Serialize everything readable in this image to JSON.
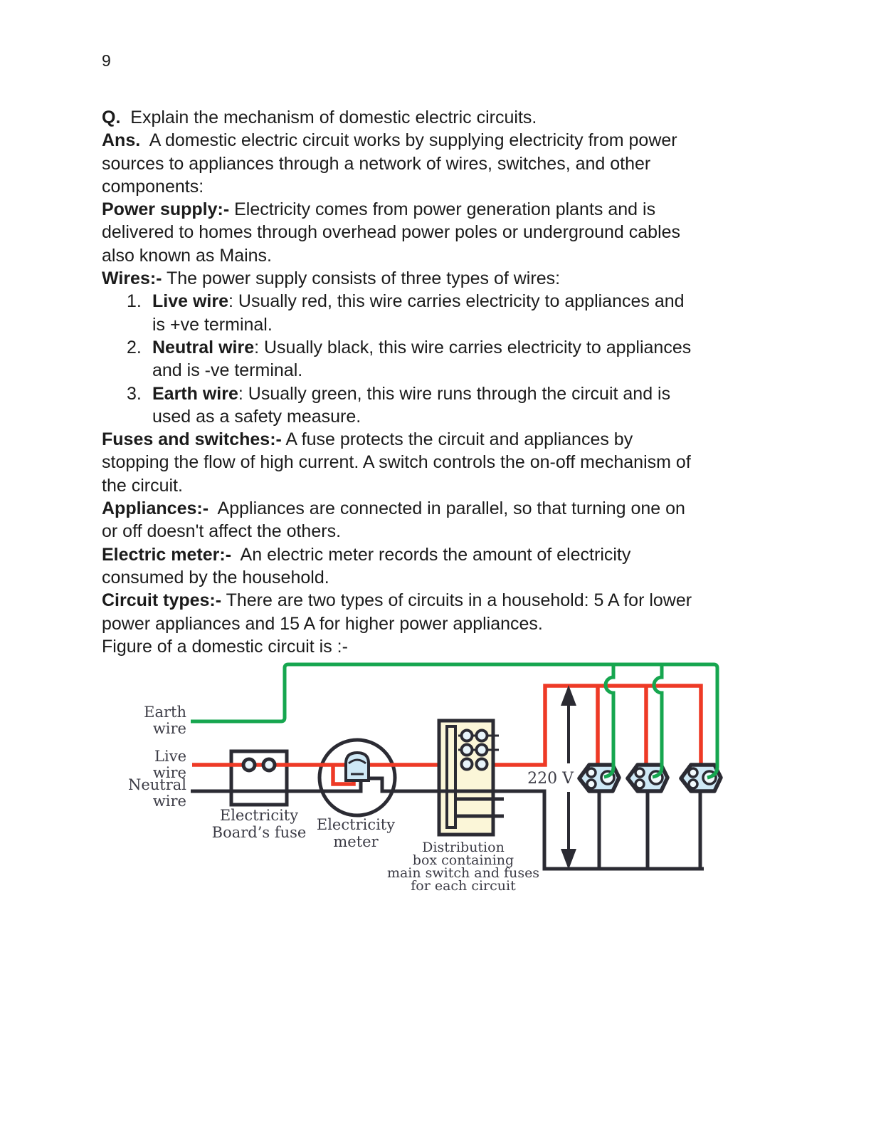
{
  "page": {
    "number": "9"
  },
  "colors": {
    "text": "#1b1b1b",
    "paper": "#ffffff",
    "live": "#ee3a26",
    "neutral": "#2b2b33",
    "earth": "#16a64f",
    "socket": "#cfe9f6",
    "hole": "#f2fafd",
    "box": "#fbf6d8",
    "bead": "#e8f4fa",
    "label": "#3c3c46"
  },
  "content": {
    "lines": [
      {
        "segments": [
          {
            "t": "Q.",
            "b": 1
          },
          {
            "t": "  Explain the mechanism of domestic electric circuits."
          }
        ]
      },
      {
        "segments": [
          {
            "t": "Ans.",
            "b": 1
          },
          {
            "t": "  A domestic electric circuit works by supplying electricity from power"
          }
        ]
      },
      {
        "segments": [
          {
            "t": "sources to appliances through a network of wires, switches, and other"
          }
        ]
      },
      {
        "segments": [
          {
            "t": "components:"
          }
        ]
      },
      {
        "segments": [
          {
            "t": "Power supply:-",
            "b": 1
          },
          {
            "t": " Electricity comes from power generation plants and is"
          }
        ]
      },
      {
        "segments": [
          {
            "t": "delivered to homes through overhead power poles or underground cables"
          }
        ]
      },
      {
        "segments": [
          {
            "t": "also known as Mains."
          }
        ]
      },
      {
        "segments": [
          {
            "t": "Wires:-",
            "b": 1
          },
          {
            "t": " The power supply consists of three types of wires:"
          }
        ]
      },
      {
        "num": "1.",
        "segments": [
          {
            "t": "Live wire",
            "b": 1
          },
          {
            "t": ": Usually red, this wire carries electricity to appliances and"
          }
        ]
      },
      {
        "cont": 1,
        "segments": [
          {
            "t": "is +ve terminal."
          }
        ]
      },
      {
        "num": "2.",
        "segments": [
          {
            "t": "Neutral wire",
            "b": 1
          },
          {
            "t": ": Usually black, this wire carries electricity to appliances"
          }
        ]
      },
      {
        "cont": 1,
        "segments": [
          {
            "t": "and is -ve terminal."
          }
        ]
      },
      {
        "num": "3.",
        "segments": [
          {
            "t": "Earth wire",
            "b": 1
          },
          {
            "t": ": Usually green, this wire runs through the circuit and is"
          }
        ]
      },
      {
        "cont": 1,
        "segments": [
          {
            "t": "used as a safety measure."
          }
        ]
      },
      {
        "segments": [
          {
            "t": "Fuses and switches:-",
            "b": 1
          },
          {
            "t": " A fuse protects the circuit and appliances by"
          }
        ]
      },
      {
        "segments": [
          {
            "t": "stopping the flow of high current. A switch controls the on-off mechanism of"
          }
        ]
      },
      {
        "segments": [
          {
            "t": "the circuit."
          }
        ]
      },
      {
        "segments": [
          {
            "t": "Appliances:-",
            "b": 1
          },
          {
            "t": "  Appliances are connected in parallel, so that turning one on"
          }
        ]
      },
      {
        "segments": [
          {
            "t": "or off doesn't affect the others."
          }
        ]
      },
      {
        "segments": [
          {
            "t": "Electric meter:-",
            "b": 1
          },
          {
            "t": "  An electric meter records the amount of electricity"
          }
        ]
      },
      {
        "segments": [
          {
            "t": "consumed by the household."
          }
        ]
      },
      {
        "segments": [
          {
            "t": "Circuit types:-",
            "b": 1
          },
          {
            "t": " There are two types of circuits in a household: 5 A for lower"
          }
        ]
      },
      {
        "segments": [
          {
            "t": "power appliances and 15 A for higher power appliances."
          }
        ]
      },
      {
        "segments": [
          {
            "t": "Figure of a domestic circuit is :-"
          }
        ]
      }
    ]
  },
  "diagram": {
    "labels": {
      "earth": [
        "Earth",
        "wire"
      ],
      "live": [
        "Live",
        "wire"
      ],
      "neutral": [
        "Neutral",
        "wire"
      ],
      "board_fuse": [
        "Electricity",
        "Board’s fuse"
      ],
      "meter": [
        "Electricity",
        "meter"
      ],
      "dist_box": [
        "Distribution",
        "box containing",
        "main switch and fuses",
        "for each circuit"
      ],
      "voltage": "220 V"
    }
  }
}
